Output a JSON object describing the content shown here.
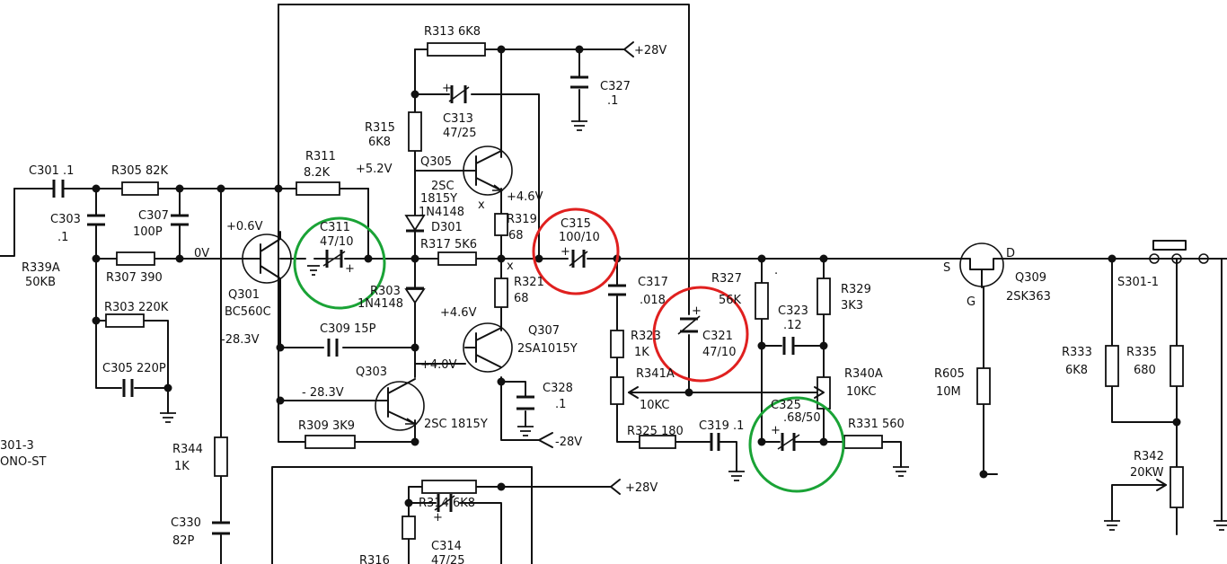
{
  "labels": {
    "r313": "R313  6K8",
    "plus28_a": "+28V",
    "c327": "C327",
    "c327_val": ".1",
    "r315": "R315",
    "r315_val": "6K8",
    "c313": "C313",
    "c313_val": "47/25",
    "r311": "R311",
    "r311_val": "8.2K",
    "plus5_2": "+5.2V",
    "q305": "Q305",
    "q305_type": "2SC",
    "q305_type2": "1815Y",
    "n1n4148_a": "1N4148",
    "plus4_6_a": "+4.6V",
    "d301": "D301",
    "r319": "R319",
    "r319_val": "68",
    "c315": "C315",
    "c315_val": "100/10",
    "c301": "C301 .1",
    "r305": "R305  82K",
    "c303": "C303",
    "c303_val": ".1",
    "c307": "C307",
    "c307_val": "100P",
    "plus0_6": "+0.6V",
    "c311": "C311",
    "c311_val": "47/10",
    "r317": "R317 5K6",
    "r339a": "R339A",
    "r339a_val": "50KB",
    "r307": "R307  390",
    "zero_v": "0V",
    "r303a": "R303",
    "n1n4148_b": "1N4148",
    "r321": "R321",
    "r321_val": "68",
    "c317": "C317",
    "c317_val": ".018",
    "r327": "R327",
    "r327_val": "56K",
    "c321": "C321",
    "c321_val": "47/10",
    "c323": "C323",
    "c323_val": ".12",
    "r329": "R329",
    "r329_val": "3K3",
    "q309": "Q309",
    "q309_type": "2SK363",
    "pin_s": "S",
    "pin_d": "D",
    "pin_g": "G",
    "s301_1": "S301-1",
    "r303b": "R303 220K",
    "q301": "Q301",
    "q301_type": "BC560C",
    "plus4_6_b": "+4.6V",
    "q307": "Q307",
    "q307_type": "2SA1015Y",
    "c309": "C309  15P",
    "minus28_3_a": "-28.3V",
    "plus4_0": "+4.0V",
    "r323": "R323",
    "r323_val": "1K",
    "r341a": "R341A",
    "r341a_val": "10KC",
    "r340a": "R340A",
    "r340a_val": "10KC",
    "r333": "R333",
    "r333_val": "6K8",
    "r335": "R335",
    "r335_val": "680",
    "c305": "C305  220P",
    "q303": "Q303",
    "minus28_3_b": "- 28.3V",
    "c328": "C328",
    "c328_val": ".1",
    "r605": "R605",
    "r605_val": "10M",
    "c325": "C325",
    "c325_val": ".68/50",
    "q303_type": "2SC 1815Y",
    "r309": "R309  3K9",
    "minus28": "-28V",
    "r325": "R325  180",
    "c319": "C319  .1",
    "r331": "R331    560",
    "s301_3": "301-3",
    "mono_st": "ONO-ST",
    "r344": "R344",
    "r344_val": "1K",
    "r342": "R342",
    "r342_val": "20KW",
    "plus28_b": "+28V",
    "r314": "R314   6K8",
    "c330": "C330",
    "c330_val": "82P",
    "c314": "C314",
    "c314_val": "47/25",
    "r316": "R316",
    "dot_mark": ".",
    "x_mark_a": "x",
    "x_mark_b": "x"
  },
  "highlights": {
    "green": "#1aa336",
    "red": "#e0201f",
    "circled_green": [
      "C311",
      "C325"
    ],
    "circled_red": [
      "C315",
      "C321"
    ]
  }
}
